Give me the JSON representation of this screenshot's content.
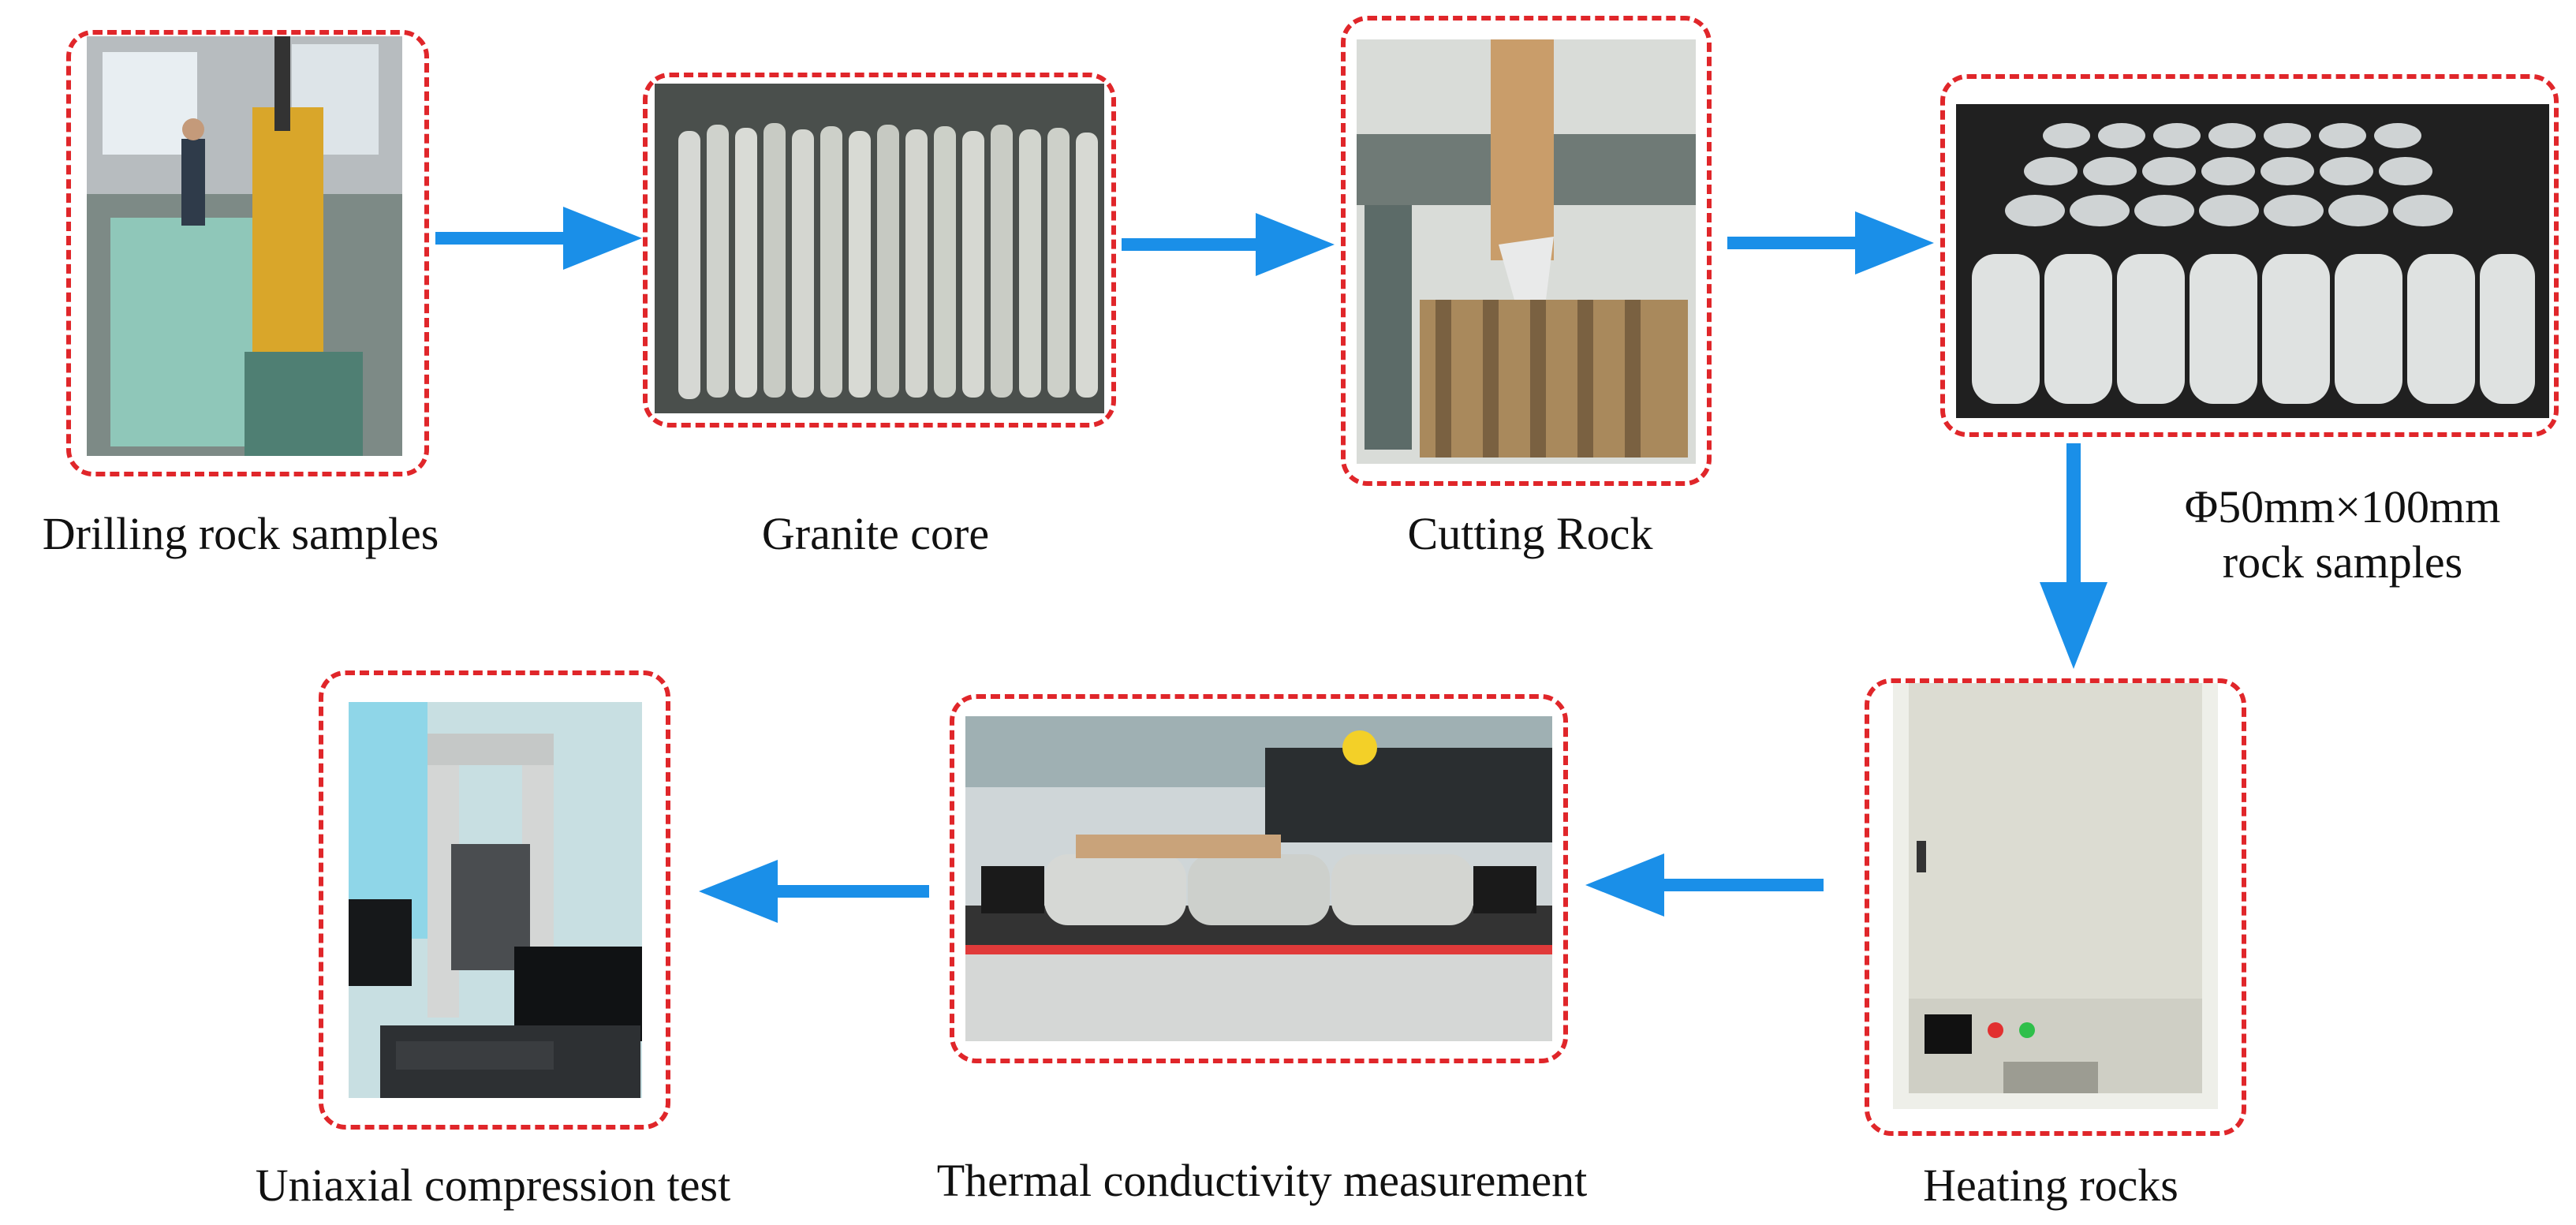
{
  "steps": {
    "drilling": "Drilling rock samples",
    "granite_core": "Granite core",
    "cutting": "Cutting Rock",
    "samples_line1": "Φ50mm×100mm",
    "samples_line2": "rock samples",
    "heating": "Heating rocks",
    "thermal": "Thermal conductivity measurement",
    "uniaxial": "Uniaxial compression test"
  },
  "colors": {
    "frame": "#e0262a",
    "arrow": "#1a8fe8"
  },
  "icons": [
    "arrow-right-icon",
    "arrow-down-icon",
    "arrow-left-icon"
  ]
}
